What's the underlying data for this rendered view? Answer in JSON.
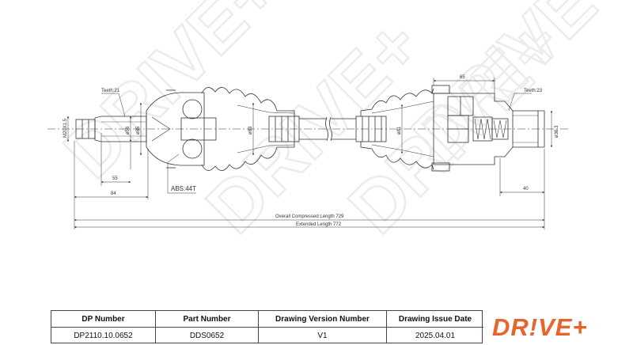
{
  "watermark": {
    "text": "DRIVE+"
  },
  "dimensions": {
    "teeth_left": "Teeth:21",
    "teeth_right": "Teeth:23",
    "thread": "M20X1.5",
    "d56": "ø56",
    "d85": "ø85",
    "d83": "ø83",
    "d81": "ø81",
    "d36": "ø36.3",
    "dim55": "55",
    "dim84": "84",
    "dim65": "65",
    "dim40": "40",
    "abs": "ABS:44T",
    "overall": "Overall Compressed Length 729",
    "extended": "Extended Length 772"
  },
  "title_block": {
    "headers": [
      "DP Number",
      "Part Number",
      "Drawing Version Number",
      "Drawing Issue Date"
    ],
    "values": [
      "DP2110.10.0652",
      "DDS0652",
      "V1",
      "2025.04.01"
    ]
  },
  "logo": {
    "text": "DR!VE+"
  },
  "colors": {
    "line": "#333333",
    "logo": "#e8642a",
    "watermark": "#ececec"
  }
}
